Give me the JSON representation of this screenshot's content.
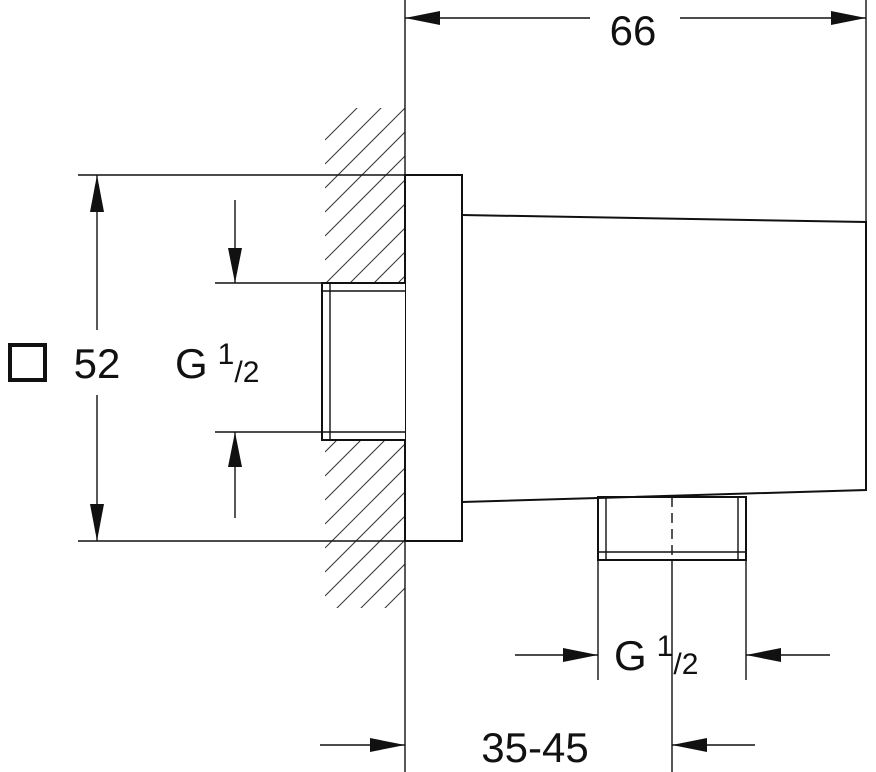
{
  "dimensions": {
    "total_depth": "66",
    "plate_size": "52",
    "inlet_thread": {
      "main": "G",
      "sup": "1",
      "sub": "/2"
    },
    "outlet_thread": {
      "main": "G",
      "sup": "1",
      "sub": "/2"
    },
    "outlet_offset": "35-45"
  },
  "icons": {
    "square_symbol": "square-section-icon"
  }
}
